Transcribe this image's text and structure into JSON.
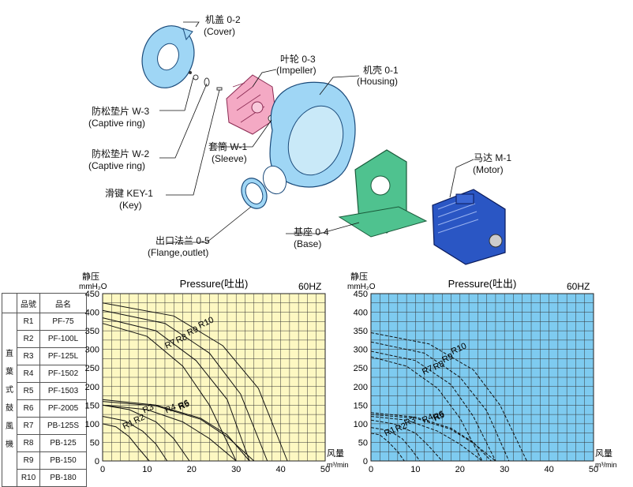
{
  "parts": {
    "cover": {
      "cn": "机盖 0-2",
      "en": "(Cover)"
    },
    "impeller": {
      "cn": "叶轮 0-3",
      "en": "(Impeller)"
    },
    "housing": {
      "cn": "机壳 0-1",
      "en": "(Housing)"
    },
    "captive_ring_w3": {
      "cn": "防松垫片 W-3",
      "en": "(Captive ring)"
    },
    "captive_ring_w2": {
      "cn": "防松垫片 W-2",
      "en": "(Captive ring)"
    },
    "sleeve": {
      "cn": "套筒 W-1",
      "en": "(Sleeve)"
    },
    "motor": {
      "cn": "马达 M-1",
      "en": "(Motor)"
    },
    "key": {
      "cn": "滑键 KEY-1",
      "en": "(Key)"
    },
    "flange": {
      "cn": "出口法兰 0-5",
      "en": "(Flange,outlet)"
    },
    "base": {
      "cn": "基座 0-4",
      "en": "(Base)"
    }
  },
  "table": {
    "headers": [
      "品號",
      "品名"
    ],
    "category": [
      "直",
      "葉",
      "式",
      "鼓",
      "風",
      "機"
    ],
    "rows": [
      [
        "R1",
        "PF-75"
      ],
      [
        "R2",
        "PF-100L"
      ],
      [
        "R3",
        "PF-125L"
      ],
      [
        "R4",
        "PF-1502"
      ],
      [
        "R5",
        "PF-1503"
      ],
      [
        "R6",
        "PF-2005"
      ],
      [
        "R7",
        "PB-125S"
      ],
      [
        "R8",
        "PB-125"
      ],
      [
        "R9",
        "PB-150"
      ],
      [
        "R10",
        "PB-180"
      ]
    ]
  },
  "colors": {
    "chart_left_bg": "#fdf8c2",
    "chart_right_bg": "#7ecbf0",
    "cover": "#9fd6f5",
    "impeller": "#f4a9c4",
    "housing": "#9fd6f5",
    "base": "#4fc28f",
    "motor": "#2a56c4"
  },
  "chart_data": [
    {
      "type": "line",
      "title": "Pressure(吐出)",
      "frequency_label": "60HZ",
      "ylabel": "静压",
      "yunit": "mmH₂O",
      "xlabel": "风量",
      "xunit": "m³/min",
      "xlim": [
        0,
        50
      ],
      "ylim": [
        0,
        450
      ],
      "xticks": [
        0,
        10,
        20,
        30,
        40,
        50
      ],
      "yticks": [
        0,
        50,
        100,
        150,
        200,
        250,
        300,
        350,
        400,
        450
      ],
      "grid": true,
      "curve_style": "solid",
      "series": [
        {
          "name": "R1",
          "x": [
            0,
            3,
            6,
            8,
            10.5
          ],
          "y": [
            100,
            92,
            65,
            35,
            0
          ]
        },
        {
          "name": "R2",
          "x": [
            0,
            5,
            9,
            12,
            14.5
          ],
          "y": [
            120,
            108,
            80,
            45,
            0
          ]
        },
        {
          "name": "R3",
          "x": [
            0,
            6,
            12,
            16,
            19.5
          ],
          "y": [
            150,
            138,
            105,
            60,
            0
          ]
        },
        {
          "name": "R4",
          "x": [
            0,
            10,
            18,
            24,
            30
          ],
          "y": [
            150,
            138,
            105,
            60,
            0
          ]
        },
        {
          "name": "R5",
          "x": [
            0,
            12,
            22,
            28,
            34
          ],
          "y": [
            160,
            148,
            112,
            65,
            0
          ]
        },
        {
          "name": "R6",
          "x": [
            0,
            12,
            22,
            28,
            33
          ],
          "y": [
            165,
            150,
            115,
            70,
            0
          ]
        },
        {
          "name": "R7",
          "x": [
            0,
            10,
            18,
            24,
            30
          ],
          "y": [
            370,
            335,
            255,
            150,
            0
          ]
        },
        {
          "name": "R8",
          "x": [
            0,
            12,
            21,
            28,
            33
          ],
          "y": [
            385,
            350,
            270,
            165,
            0
          ]
        },
        {
          "name": "R9",
          "x": [
            0,
            14,
            24,
            31,
            37
          ],
          "y": [
            405,
            370,
            290,
            180,
            0
          ]
        },
        {
          "name": "R10",
          "x": [
            0,
            16,
            27,
            35,
            41.5
          ],
          "y": [
            425,
            390,
            310,
            195,
            0
          ]
        }
      ]
    },
    {
      "type": "line",
      "title": "Pressure(吐出)",
      "frequency_label": "60HZ",
      "ylabel": "静压",
      "yunit": "mmH₂O",
      "xlabel": "风量",
      "xunit": "m³/min",
      "xlim": [
        0,
        50
      ],
      "ylim": [
        0,
        450
      ],
      "xticks": [
        0,
        10,
        20,
        30,
        40,
        50
      ],
      "yticks": [
        0,
        50,
        100,
        150,
        200,
        250,
        300,
        350,
        400,
        450
      ],
      "grid": true,
      "curve_style": "dashed",
      "series": [
        {
          "name": "R1",
          "x": [
            0,
            2,
            4,
            6,
            7.5
          ],
          "y": [
            75,
            70,
            50,
            25,
            0
          ]
        },
        {
          "name": "R2",
          "x": [
            0,
            4,
            7,
            9,
            11
          ],
          "y": [
            90,
            82,
            60,
            32,
            0
          ]
        },
        {
          "name": "R3",
          "x": [
            0,
            5,
            10,
            13,
            16
          ],
          "y": [
            110,
            100,
            75,
            40,
            0
          ]
        },
        {
          "name": "R4",
          "x": [
            0,
            8,
            15,
            20,
            25
          ],
          "y": [
            120,
            110,
            80,
            45,
            0
          ]
        },
        {
          "name": "R5",
          "x": [
            0,
            10,
            18,
            23,
            28
          ],
          "y": [
            125,
            115,
            85,
            48,
            0
          ]
        },
        {
          "name": "R6",
          "x": [
            0,
            10,
            18,
            23,
            27
          ],
          "y": [
            130,
            118,
            88,
            50,
            0
          ]
        },
        {
          "name": "R7",
          "x": [
            0,
            8,
            15,
            20,
            25
          ],
          "y": [
            280,
            255,
            195,
            115,
            0
          ]
        },
        {
          "name": "R8",
          "x": [
            0,
            10,
            18,
            23,
            28
          ],
          "y": [
            295,
            270,
            205,
            120,
            0
          ]
        },
        {
          "name": "R9",
          "x": [
            0,
            12,
            20,
            26,
            31
          ],
          "y": [
            320,
            290,
            225,
            135,
            0
          ]
        },
        {
          "name": "R10",
          "x": [
            0,
            13,
            23,
            29,
            35
          ],
          "y": [
            345,
            315,
            245,
            150,
            0
          ]
        }
      ]
    }
  ]
}
